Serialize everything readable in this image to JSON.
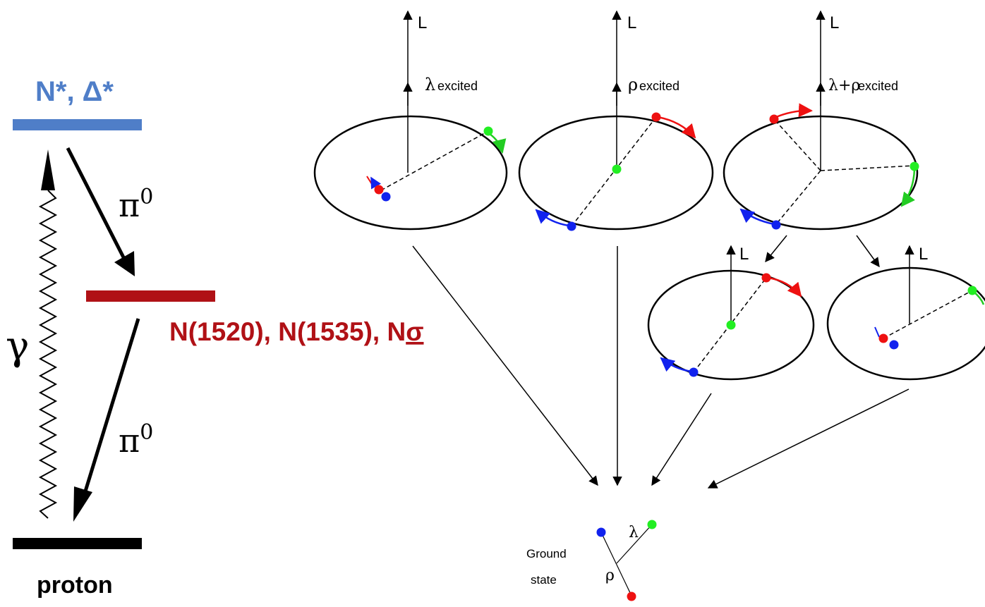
{
  "energy_levels": {
    "upper_label": "N*, Δ*",
    "middle_label_main": "N(1520), N(1535), N",
    "middle_label_sigma": "σ",
    "lower_label": "proton",
    "photon_label": "γ",
    "pion_upper_label": "π",
    "pion_upper_sup": "0",
    "pion_lower_label": "π",
    "pion_lower_sup": "0",
    "colors": {
      "upper": "#4f7ec8",
      "middle": "#b01116",
      "lower": "#000000",
      "middle_text": "#b01116",
      "upper_text": "#4f7ec8"
    }
  },
  "excitation_modes": {
    "axis_label": "L",
    "lambda_panel": {
      "symbol": "λ",
      "caption": "excited"
    },
    "rho_panel": {
      "symbol": "ρ",
      "caption": "excited"
    },
    "combined_panel": {
      "symbol": "λ+ρ",
      "caption": "excited"
    },
    "ground_line1": "Ground",
    "ground_line2": "state",
    "ground_lambda": "λ",
    "ground_rho": "ρ",
    "quark_colors": {
      "red": "#ee1111",
      "green": "#22ee22",
      "blue": "#1122ee"
    }
  }
}
